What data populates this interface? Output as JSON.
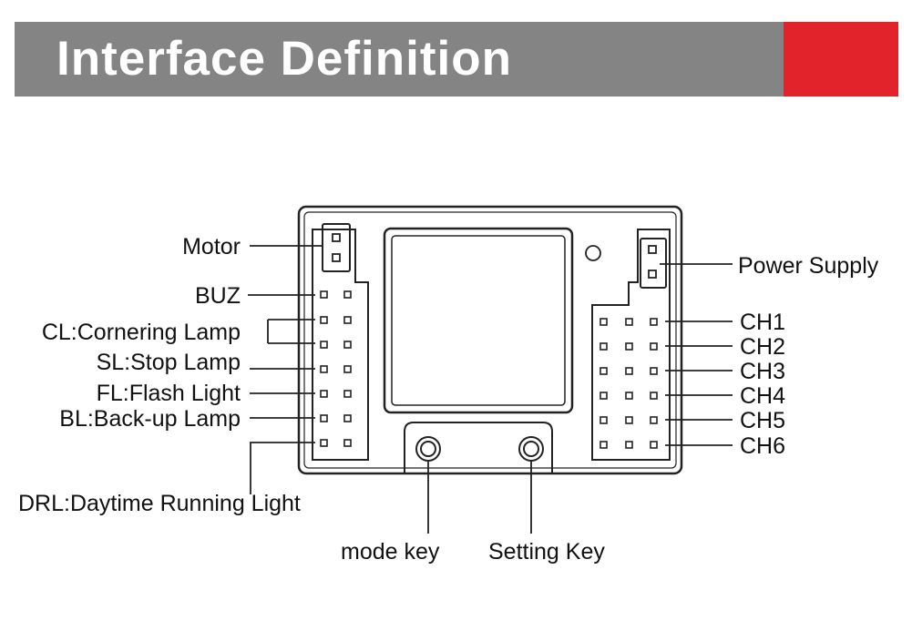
{
  "header": {
    "title": "Interface Definition",
    "background_color": "#848484",
    "accent_color": "#e3232b"
  },
  "labels": {
    "motor": "Motor",
    "buz": "BUZ",
    "cl": "CL:Cornering Lamp",
    "sl": "SL:Stop Lamp",
    "fl": "FL:Flash Light",
    "bl": "BL:Back-up Lamp",
    "drl": "DRL:Daytime Running Light",
    "power": "Power Supply",
    "ch1": "CH1",
    "ch2": "CH2",
    "ch3": "CH3",
    "ch4": "CH4",
    "ch5": "CH5",
    "ch6": "CH6",
    "mode_key": "mode key",
    "setting_key": "Setting Key"
  }
}
